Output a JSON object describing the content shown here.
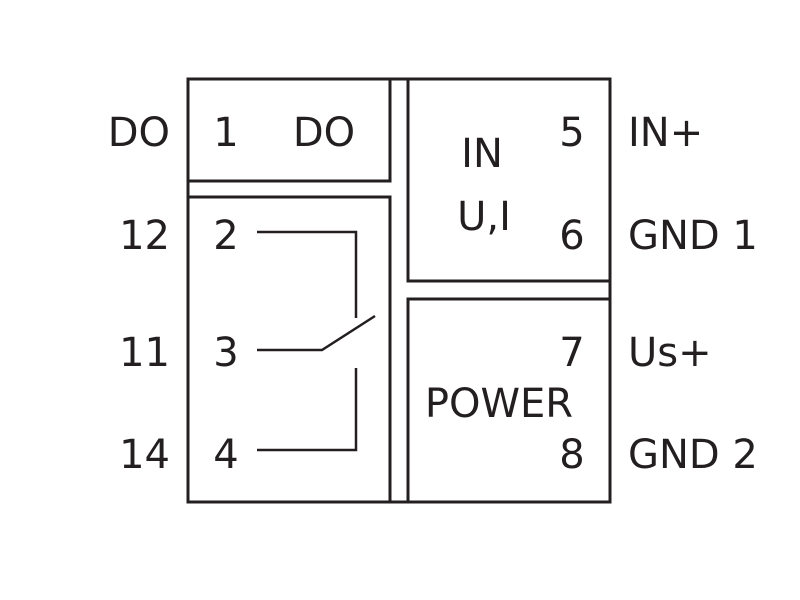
{
  "outer_labels": {
    "left_top": "DO",
    "left_12": "12",
    "left_11": "11",
    "left_14": "14",
    "right_5": "IN+",
    "right_6": "GND 1",
    "right_7": "Us+",
    "right_8": "GND 2"
  },
  "do_block": {
    "terminal": "1",
    "label": "DO"
  },
  "relay_block": {
    "terminal_2": "2",
    "terminal_3": "3",
    "terminal_4": "4"
  },
  "input_block": {
    "label_line1": "IN",
    "label_line2": "U,I",
    "terminal_5": "5",
    "terminal_6": "6"
  },
  "power_block": {
    "label": "POWER",
    "terminal_7": "7",
    "terminal_8": "8"
  },
  "colors": {
    "stroke": "#231f20",
    "background": "#ffffff"
  }
}
